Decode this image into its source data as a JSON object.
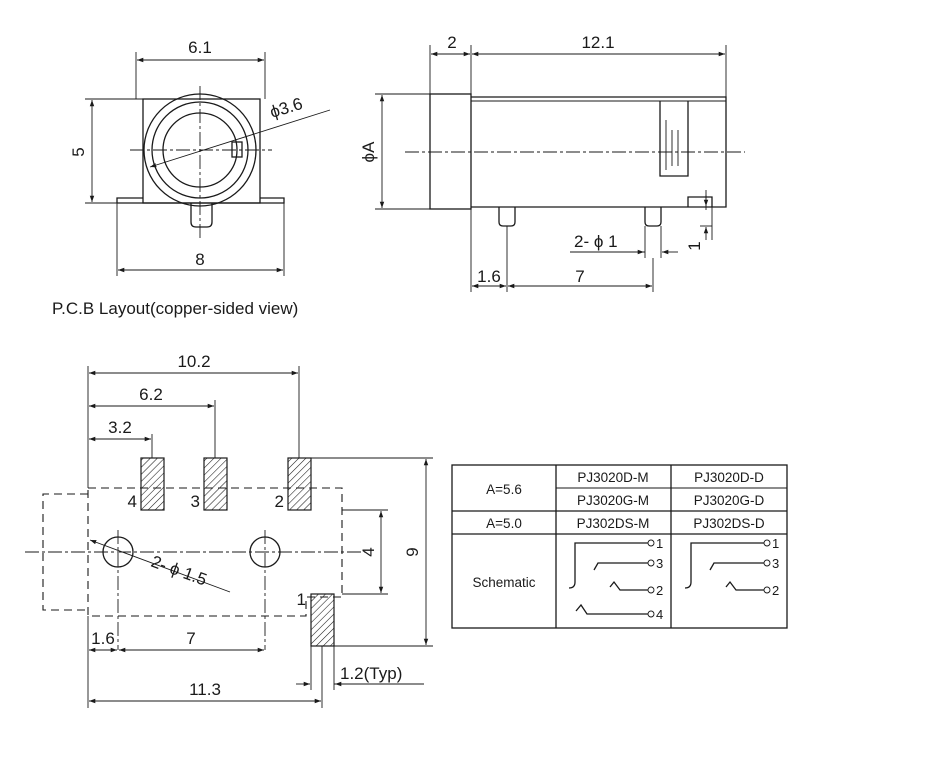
{
  "front_view": {
    "dim_width": "6.1",
    "dim_height": "5",
    "dim_diameter": "ϕ3.6",
    "dim_base": "8"
  },
  "side_view": {
    "dim_flange": "2",
    "dim_length": "12.1",
    "dim_phi_a": "ϕA",
    "dim_pins": "2- ϕ 1",
    "dim_pin_height": "1",
    "dim_offset": "1.6",
    "dim_pitch": "7"
  },
  "pcb_layout": {
    "title": "P.C.B Layout(copper-sided view)",
    "dim_10_2": "10.2",
    "dim_6_2": "6.2",
    "dim_3_2": "3.2",
    "dim_4": "4",
    "dim_9": "9",
    "dim_holes": "2- ϕ 1.5",
    "dim_1_6": "1.6",
    "dim_7": "7",
    "dim_11_3": "11.3",
    "dim_pad_width": "1.2(Typ)",
    "pad_labels": [
      "4",
      "3",
      "2",
      "1"
    ]
  },
  "spec_table": {
    "row_a56_label": "A=5.6",
    "row_a50_label": "A=5.0",
    "schematic_label": "Schematic",
    "models": [
      [
        "PJ3020D-M",
        "PJ3020D-D"
      ],
      [
        "PJ3020G-M",
        "PJ3020G-D"
      ],
      [
        "PJ302DS-M",
        "PJ302DS-D"
      ]
    ],
    "schematic_m_pins": [
      "1",
      "3",
      "2",
      "4"
    ],
    "schematic_d_pins": [
      "1",
      "3",
      "2"
    ]
  }
}
